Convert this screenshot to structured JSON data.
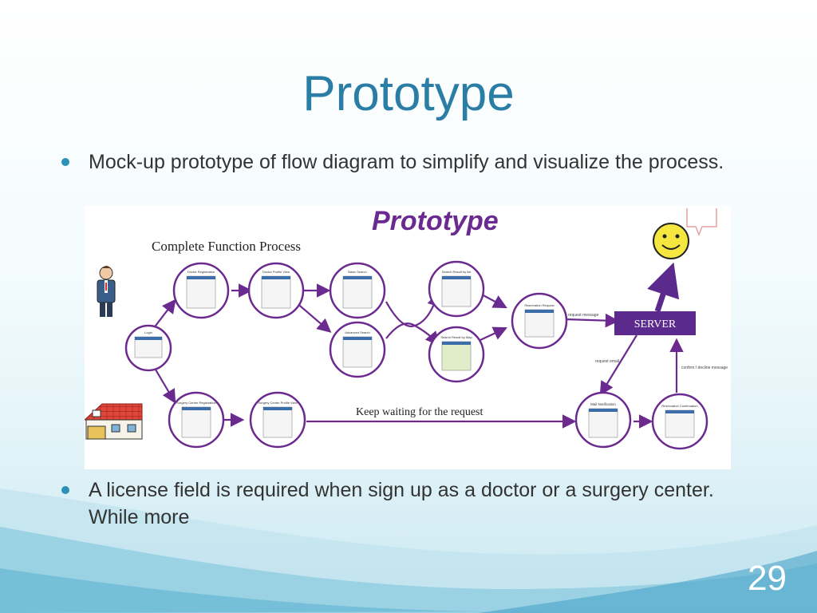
{
  "slide": {
    "title": "Prototype",
    "bullets": [
      "Mock-up prototype of flow diagram to simplify and visualize the process.",
      "A license field is required when sign up as a doctor or a surgery center. While more"
    ],
    "page_number": "29"
  },
  "figure": {
    "title": "Prototype",
    "subtitle": "Complete Function Process",
    "server_label": "SERVER",
    "wait_label": "Keep waiting for the request",
    "nodes": {
      "login": "Login",
      "doctor_registration": "Doctor Registration",
      "doctor_profile_view": "Doctor Profile View",
      "basic_search": "Basic Search",
      "advanced_search": "Advanced Search",
      "search_result_list": "Search Result by list",
      "search_result_map": "Search Result by Map",
      "reservation_request": "Reservation Request",
      "surgery_center_registration": "Surgery Center Registration",
      "surgery_center_profile_view": "Surgery Center Profile View",
      "mail_notification": "Mail Notification",
      "reservation_confirmation": "Reservation Confirmation"
    },
    "edge_labels": {
      "request_message": "request message",
      "request_email": "request email",
      "confirm_decline": "confirm / decline message"
    }
  },
  "colors": {
    "accent": "#2a7ea5",
    "purple": "#6b2a8f",
    "server": "#5b2a8c"
  }
}
